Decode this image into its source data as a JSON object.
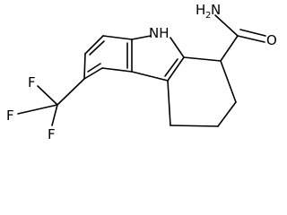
{
  "molecule": {
    "labels": {
      "nh": "NH",
      "amide_h": "H",
      "amide_sub": "2",
      "amide_n": "N",
      "carbonyl_o": "O",
      "f_top": "F",
      "f_left": "F",
      "f_bottom": "F"
    },
    "colors": {
      "bond": "#000000",
      "label": "#000000",
      "background": "#ffffff"
    }
  }
}
